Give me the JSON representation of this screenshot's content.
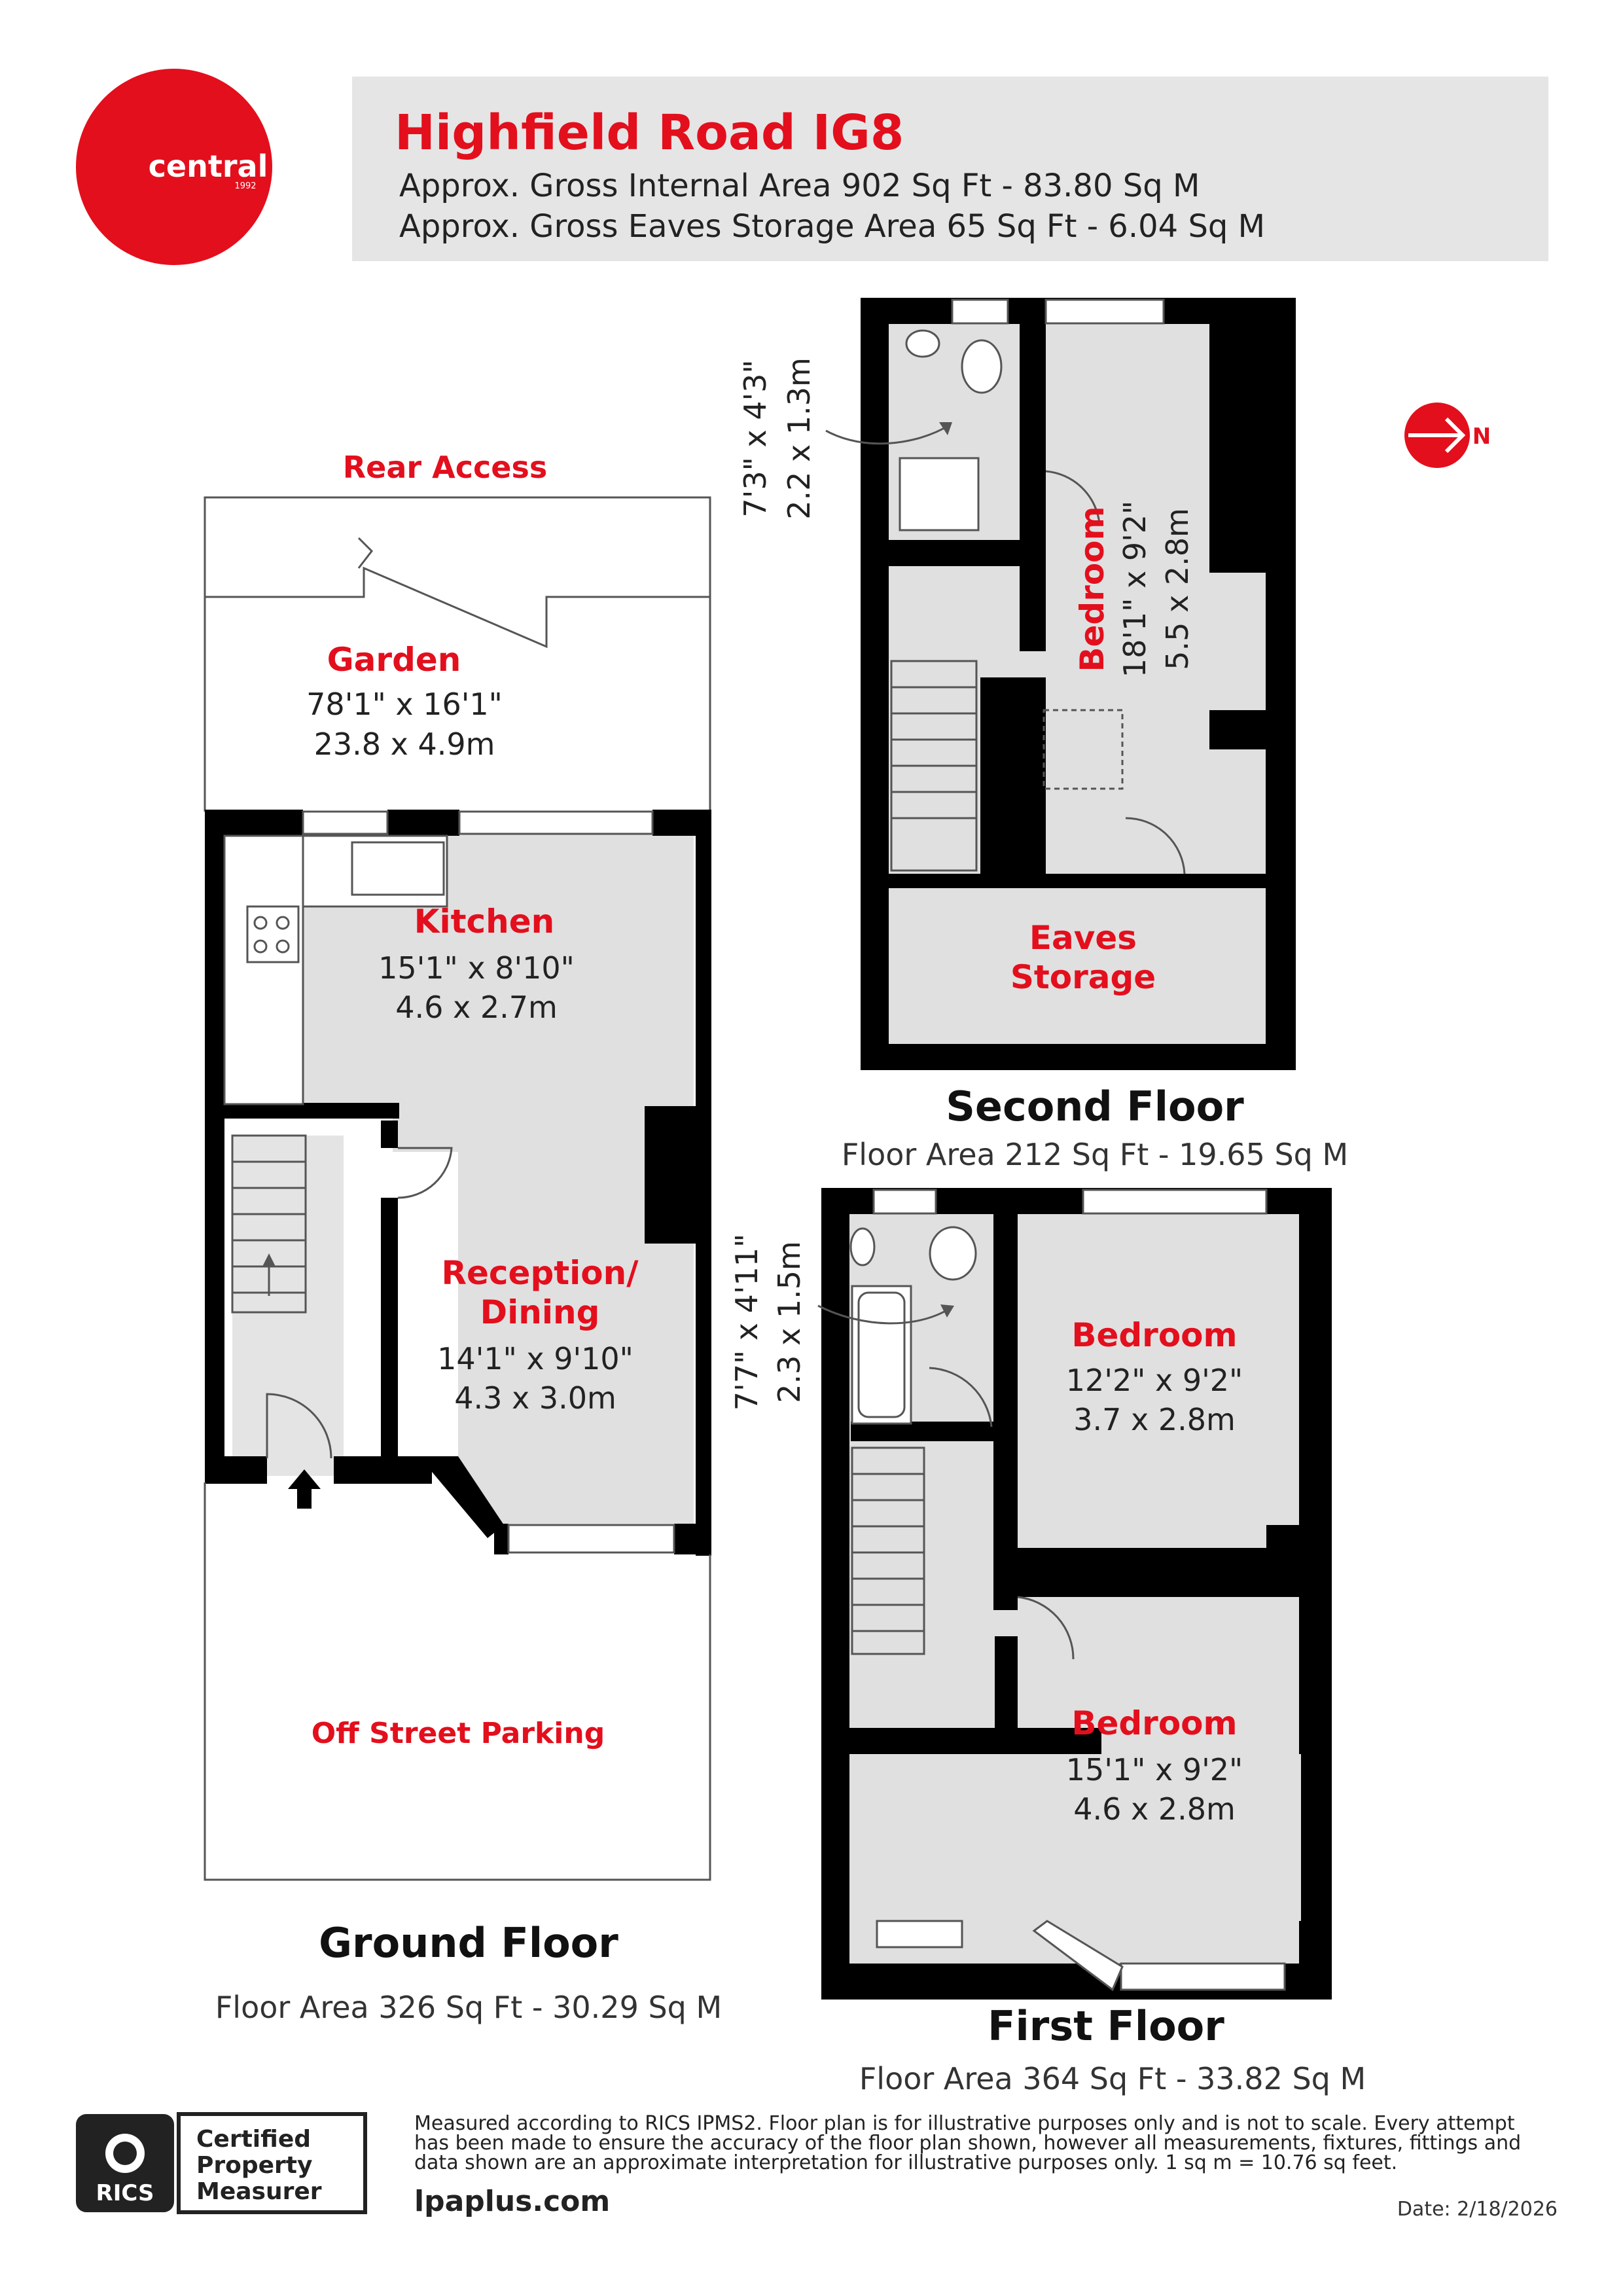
{
  "brand": {
    "logo_text": "central",
    "logo_year": "1992",
    "brand_color": "#e30f1d"
  },
  "header": {
    "title": "Highfield Road IG8",
    "gia": "Approx. Gross Internal Area 902 Sq Ft - 83.80 Sq M",
    "eaves": "Approx. Gross Eaves Storage Area 65 Sq Ft - 6.04 Sq M"
  },
  "compass": {
    "label": "N"
  },
  "ground": {
    "rear_access": "Rear Access",
    "garden": {
      "name": "Garden",
      "imperial": "78'1\" x 16'1\"",
      "metric": "23.8 x 4.9m"
    },
    "kitchen": {
      "name": "Kitchen",
      "imperial": "15'1\" x 8'10\"",
      "metric": "4.6 x 2.7m"
    },
    "reception": {
      "name1": "Reception/",
      "name2": "Dining",
      "imperial": "14'1\" x 9'10\"",
      "metric": "4.3 x 3.0m"
    },
    "parking": "Off Street Parking",
    "floor_title": "Ground Floor",
    "floor_area": "Floor Area 326 Sq Ft - 30.29 Sq M"
  },
  "first": {
    "bath": {
      "imperial": "7'7\" x 4'11\"",
      "metric": "2.3 x 1.5m"
    },
    "bedroom_top": {
      "name": "Bedroom",
      "imperial": "12'2\" x 9'2\"",
      "metric": "3.7 x 2.8m"
    },
    "bedroom_bottom": {
      "name": "Bedroom",
      "imperial": "15'1\" x 9'2\"",
      "metric": "4.6 x 2.8m"
    },
    "floor_title": "First Floor",
    "floor_area": "Floor Area 364 Sq Ft - 33.82 Sq M"
  },
  "second": {
    "shower": {
      "imperial": "7'3\" x 4'3\"",
      "metric": "2.2 x 1.3m"
    },
    "bedroom": {
      "name": "Bedroom",
      "imperial": "18'1\" x 9'2\"",
      "metric": "5.5 x 2.8m"
    },
    "eaves_storage": {
      "name1": "Eaves",
      "name2": "Storage"
    },
    "floor_title": "Second Floor",
    "floor_area": "Floor Area 212 Sq Ft - 19.65 Sq M"
  },
  "footer": {
    "rics_label": "RICS",
    "cert1": "Certified",
    "cert2": "Property",
    "cert3": "Measurer",
    "disclaimer1": "Measured according to RICS IPMS2. Floor plan is for illustrative purposes only and is not to scale. Every attempt",
    "disclaimer2": "has been made to ensure the accuracy of the floor plan shown, however all measurements, fixtures, fittings and",
    "disclaimer3": "data shown are an approximate interpretation for illustrative purposes only. 1 sq m = 10.76 sq feet.",
    "website": "lpaplus.com",
    "date": "Date: 2/18/2026"
  }
}
